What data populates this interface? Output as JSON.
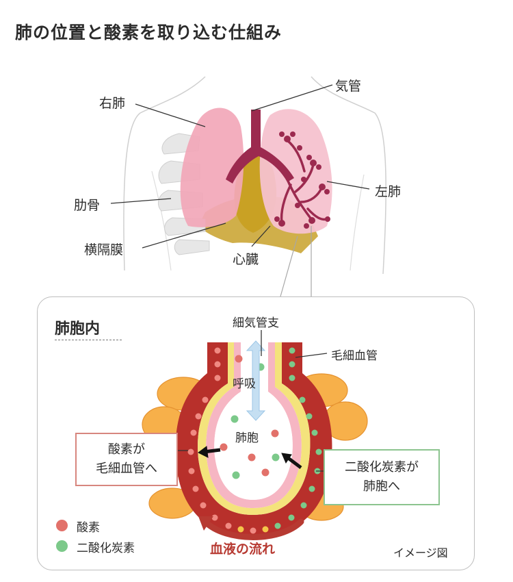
{
  "title": "肺の位置と酸素を取り込む仕組み",
  "upper_labels": {
    "right_lung": "右肺",
    "trachea": "気管",
    "left_lung": "左肺",
    "ribs": "肋骨",
    "diaphragm": "横隔膜",
    "heart": "心臓"
  },
  "inset": {
    "title": "肺胞内",
    "bronchiole": "細気管支",
    "capillary": "毛細血管",
    "breathing": "呼吸",
    "alveolus": "肺胞",
    "callout_oxygen": [
      "酸素が",
      "毛細血管へ"
    ],
    "callout_co2": [
      "二酸化炭素が",
      "肺胞へ"
    ],
    "legend": [
      {
        "label": "酸素",
        "color": "#e2716a"
      },
      {
        "label": "二酸化炭素",
        "color": "#7cc98a"
      }
    ],
    "blood_flow": "血液の流れ",
    "caption": "イメージ図"
  }
}
